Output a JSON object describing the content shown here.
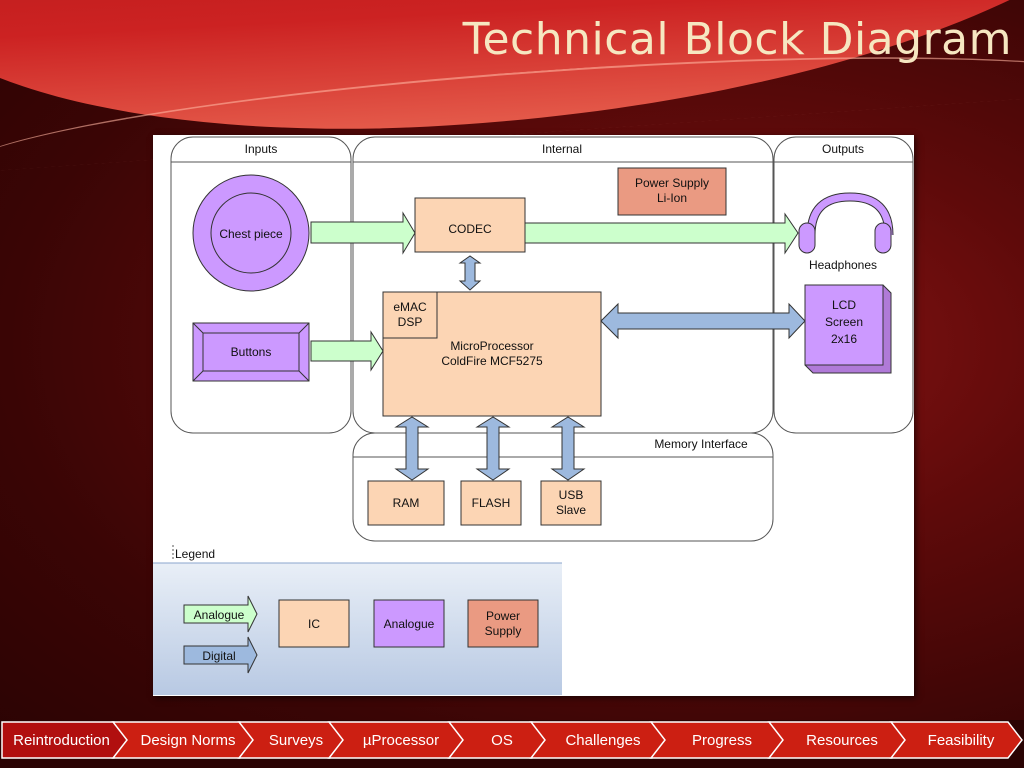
{
  "slide": {
    "title": "Technical Block Diagram"
  },
  "diagram": {
    "sections": {
      "inputs": "Inputs",
      "internal": "Internal",
      "outputs": "Outputs",
      "memory_interface": "Memory Interface"
    },
    "blocks": {
      "chest_piece": "Chest piece",
      "buttons": "Buttons",
      "codec": "CODEC",
      "power_supply": [
        "Power Supply",
        "Li-Ion"
      ],
      "emac_dsp": [
        "eMAC",
        "DSP"
      ],
      "microprocessor": [
        "MicroProcessor",
        "ColdFire MCF5275"
      ],
      "headphones": "Headphones",
      "lcd": [
        "LCD",
        "Screen",
        "2x16"
      ],
      "ram": "RAM",
      "flash": "FLASH",
      "usb": [
        "USB",
        "Slave"
      ]
    },
    "legend": {
      "title": "Legend",
      "analogue_arrow": "Analogue",
      "digital_arrow": "Digital",
      "ic": "IC",
      "analogue_block": "Analogue",
      "power_block": [
        "Power",
        "Supply"
      ]
    },
    "colors": {
      "ic": "#fcd5b4",
      "analogue": "#cc99ff",
      "power": "#ea9a82",
      "analogue_arrow": "#ccffcc",
      "digital_arrow": "#9db9de"
    }
  },
  "navbar": {
    "items": [
      "Reintroduction",
      "Design Norms",
      "Surveys",
      "µProcessor",
      "OS",
      "Challenges",
      "Progress",
      "Resources",
      "Feasibility"
    ],
    "active_index": 0,
    "colors": {
      "active": "#b10f0f",
      "inactive": "#cc1f12",
      "border": "#ffffff"
    }
  }
}
